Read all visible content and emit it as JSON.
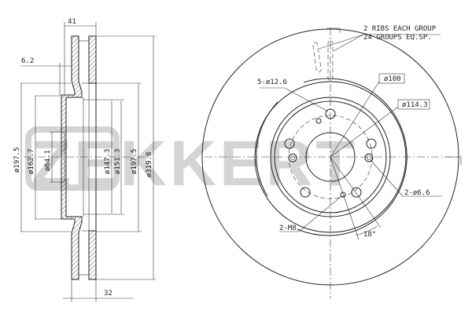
{
  "watermark": "ZEKKERT",
  "side_view": {
    "width_total": "41",
    "hat_thickness": "6.2",
    "disc_thickness": "32",
    "dia_left_1": "ø197.5",
    "dia_left_2": "ø162.7",
    "dia_bore": "ø64.1",
    "dia_right_1": "ø147.3",
    "dia_right_2": "ø151.3",
    "dia_right_3": "ø197.5",
    "dia_outer": "ø319.8"
  },
  "front_view": {
    "ribs_note_1": "2 RIBS EACH GROUP",
    "ribs_note_2": "24 GROUPS EQ.SP.",
    "bolt_holes": "5-ø12.6",
    "pcd": "ø100",
    "pcd_alt": "ø114.3",
    "small_holes": "2-ø6.6",
    "threaded_holes": "2-M8",
    "angle": "18°"
  }
}
